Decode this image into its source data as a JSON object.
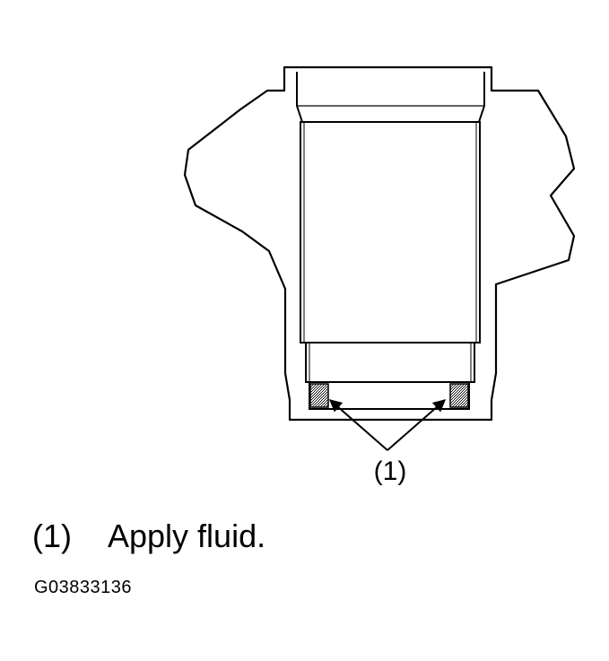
{
  "diagram": {
    "callout_label": "(1)"
  },
  "legend": [
    {
      "number": "(1)",
      "text": "Apply fluid."
    }
  ],
  "figure_id": "G03833136"
}
